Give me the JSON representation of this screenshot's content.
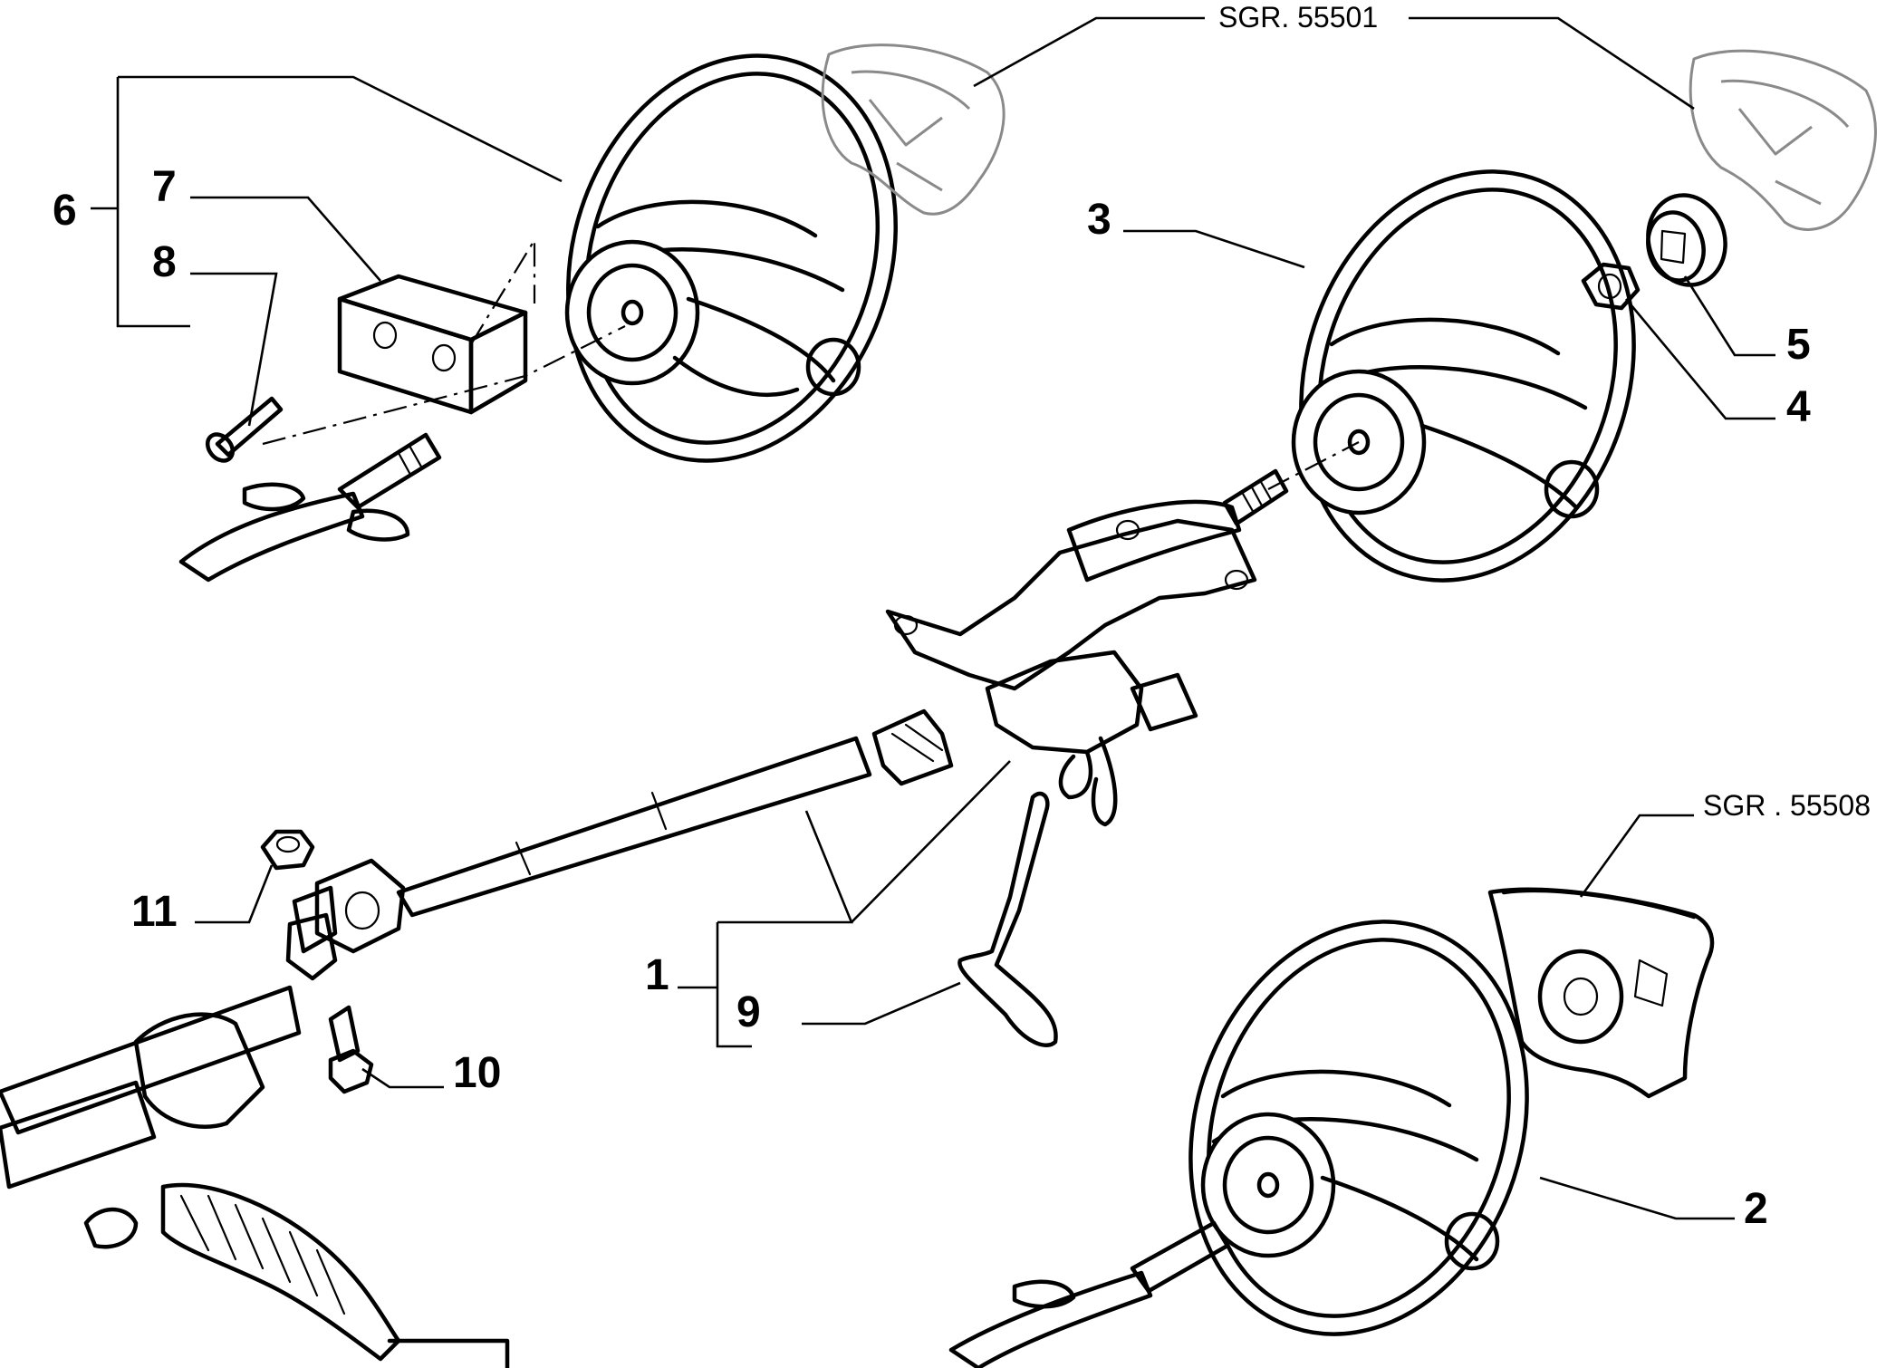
{
  "callouts": {
    "c1": "1",
    "c2": "2",
    "c3": "3",
    "c4": "4",
    "c5": "5",
    "c6": "6",
    "c7": "7",
    "c8": "8",
    "c9": "9",
    "c10": "10",
    "c11": "11"
  },
  "references": {
    "ref_top": "SGR. 55501",
    "ref_airbag": "SGR . 55508"
  }
}
